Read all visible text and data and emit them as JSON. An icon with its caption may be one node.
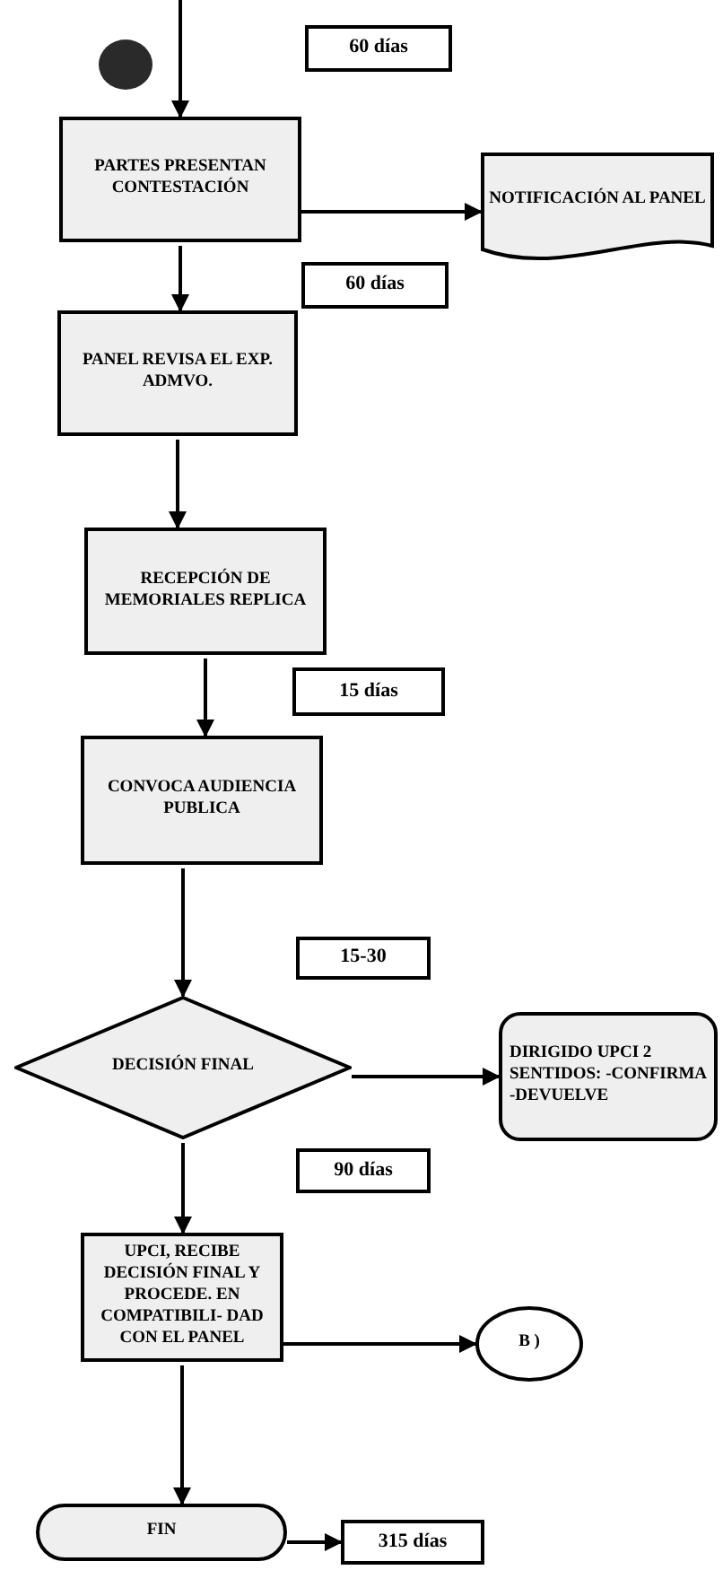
{
  "diagram": {
    "nodes": [
      {
        "text": [],
        "shape": "circle"
      },
      {
        "text": [
          "60 días"
        ]
      },
      {
        "text": [
          "PARTES PRESENTAN CONTESTACIÓN"
        ]
      },
      {
        "text": [
          "NOTIFICACIÓN AL PANEL"
        ]
      },
      {
        "text": [
          "60 días"
        ]
      },
      {
        "text": [
          "PANEL REVISA EL EXP. ADMVO."
        ]
      },
      {
        "text": [
          "RECEPCIÓN DE MEMORIALES REPLICA"
        ]
      },
      {
        "text": [
          "15 días"
        ]
      },
      {
        "text": [
          "CONVOCA AUDIENCIA PUBLICA"
        ]
      },
      {
        "text": [
          "15-30"
        ]
      },
      {
        "text": [
          "DECISIÓN FINAL"
        ]
      },
      {
        "text": [
          "DIRIGIDO UPCI 2 SENTIDOS: -CONFIRMA -DEVUELVE"
        ]
      },
      {
        "text": [
          "90 días"
        ]
      },
      {
        "text": [
          "UPCI, RECIBE DECISIÓN FINAL Y PROCEDE. EN COMPATIBILI- DAD CON EL PANEL"
        ]
      },
      {
        "text": [
          "B )"
        ]
      },
      {
        "text": [
          "FIN"
        ]
      },
      {
        "text": [
          "315 días"
        ]
      }
    ],
    "edges": [
      {
        "from": null,
        "to": 2,
        "arrow": "to"
      },
      {
        "from": 2,
        "to": 3,
        "arrow": "to"
      },
      {
        "from": 2,
        "to": 5,
        "arrow": "to"
      },
      {
        "from": 5,
        "to": 6,
        "arrow": "to"
      },
      {
        "from": 6,
        "to": 8,
        "arrow": "to"
      },
      {
        "from": 8,
        "to": 10,
        "arrow": "to"
      },
      {
        "from": 10,
        "to": 11,
        "arrow": "to"
      },
      {
        "from": 10,
        "to": 13,
        "arrow": "to"
      },
      {
        "from": 13,
        "to": 14,
        "arrow": "to"
      },
      {
        "from": 13,
        "to": 15,
        "arrow": "to"
      },
      {
        "from": 15,
        "to": 16,
        "arrow": "to"
      }
    ]
  }
}
